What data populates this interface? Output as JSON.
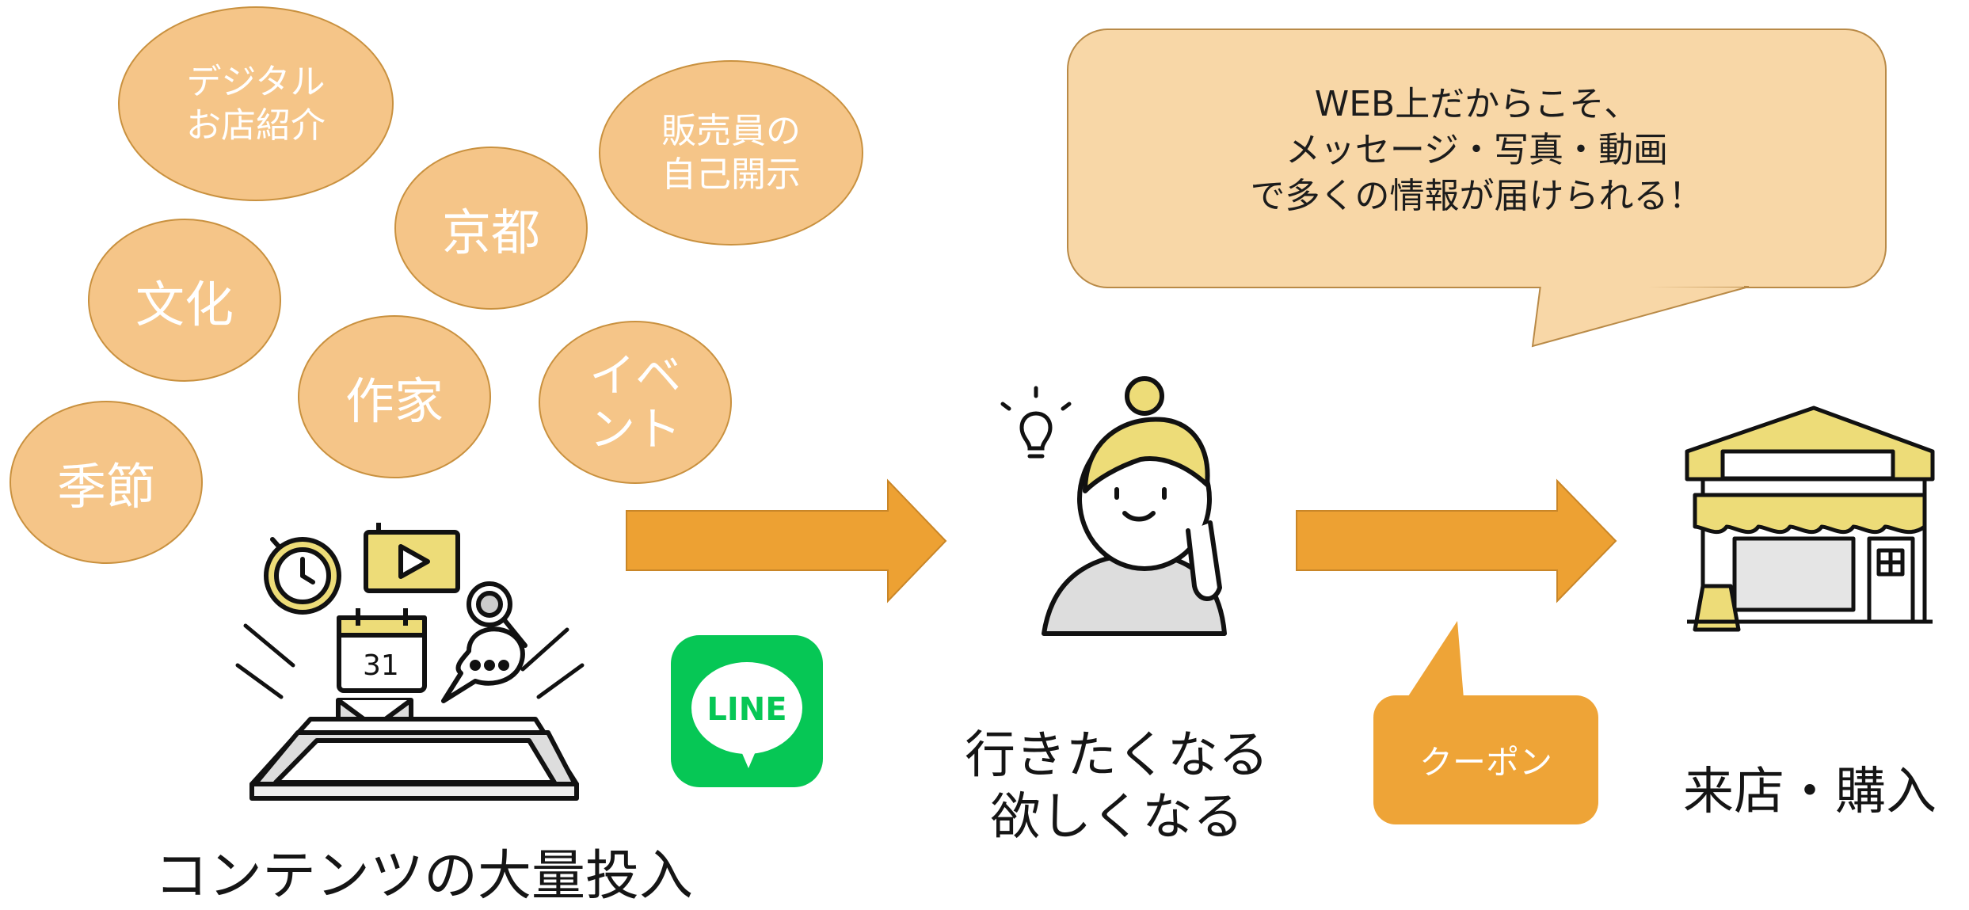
{
  "topics": [
    {
      "id": "digital",
      "text": "デジタル\nお店紹介"
    },
    {
      "id": "staff",
      "text": "販売員の\n自己開示"
    },
    {
      "id": "kyoto",
      "text": "京都"
    },
    {
      "id": "culture",
      "text": "文化"
    },
    {
      "id": "artist",
      "text": "作家"
    },
    {
      "id": "event",
      "text": "イベ\nント"
    },
    {
      "id": "season",
      "text": "季節"
    }
  ],
  "speech_text": "WEB上だからこそ、\nメッセージ・写真・動画\nで多くの情報が届けられる！",
  "labels": {
    "contents": "コンテンツの大量投入",
    "desire": "行きたくなる\n欲しくなる",
    "visit": "来店・購入",
    "coupon": "クーポン",
    "line_logo": "LINE",
    "calendar_day": "31"
  },
  "colors": {
    "bubble_fill": "#f5c588",
    "arrow": "#eda133",
    "speech_fill": "#f8d7a7",
    "coupon": "#eea437",
    "line_green": "#06c755",
    "accent_yellow": "#eddc78"
  },
  "icons": [
    "stopwatch-icon",
    "video-play-icon",
    "magnifier-icon",
    "calendar-icon",
    "chat-icon",
    "mail-icon",
    "tablet-icon",
    "lightbulb-icon",
    "woman-icon",
    "storefront-icon"
  ]
}
